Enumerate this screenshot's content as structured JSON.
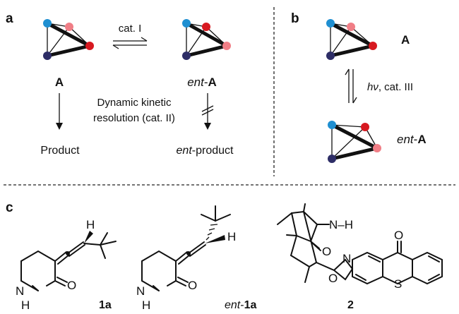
{
  "panels": {
    "a": "a",
    "b": "b",
    "c": "c"
  },
  "colors": {
    "blue": "#1f8fd1",
    "pink": "#f07e86",
    "red": "#d71920",
    "navy": "#2d2d66"
  },
  "panel_a": {
    "arrow_label": "cat. I",
    "left_label": "A",
    "right_label_italic": "ent",
    "right_label_bold": "A",
    "middle_line1": "Dynamic kinetic",
    "middle_line2": "resolution (cat. II)",
    "product_left": "Product",
    "product_right_italic": "ent",
    "product_right_rest": "-product"
  },
  "panel_b": {
    "top_label": "A",
    "arrow_label_italic": "hν",
    "arrow_label_rest": ", cat. III",
    "bottom_label_italic": "ent",
    "bottom_label_bold": "A"
  },
  "panel_c": {
    "compound1_label": "1a",
    "compound2_label_italic": "ent",
    "compound2_label_bold": "1a",
    "compound3_label": "2",
    "atom_H": "H",
    "atom_O": "O",
    "atom_NH": "N",
    "atom_N": "N",
    "atom_S": "S",
    "atom_NH_dash": "N–H"
  }
}
